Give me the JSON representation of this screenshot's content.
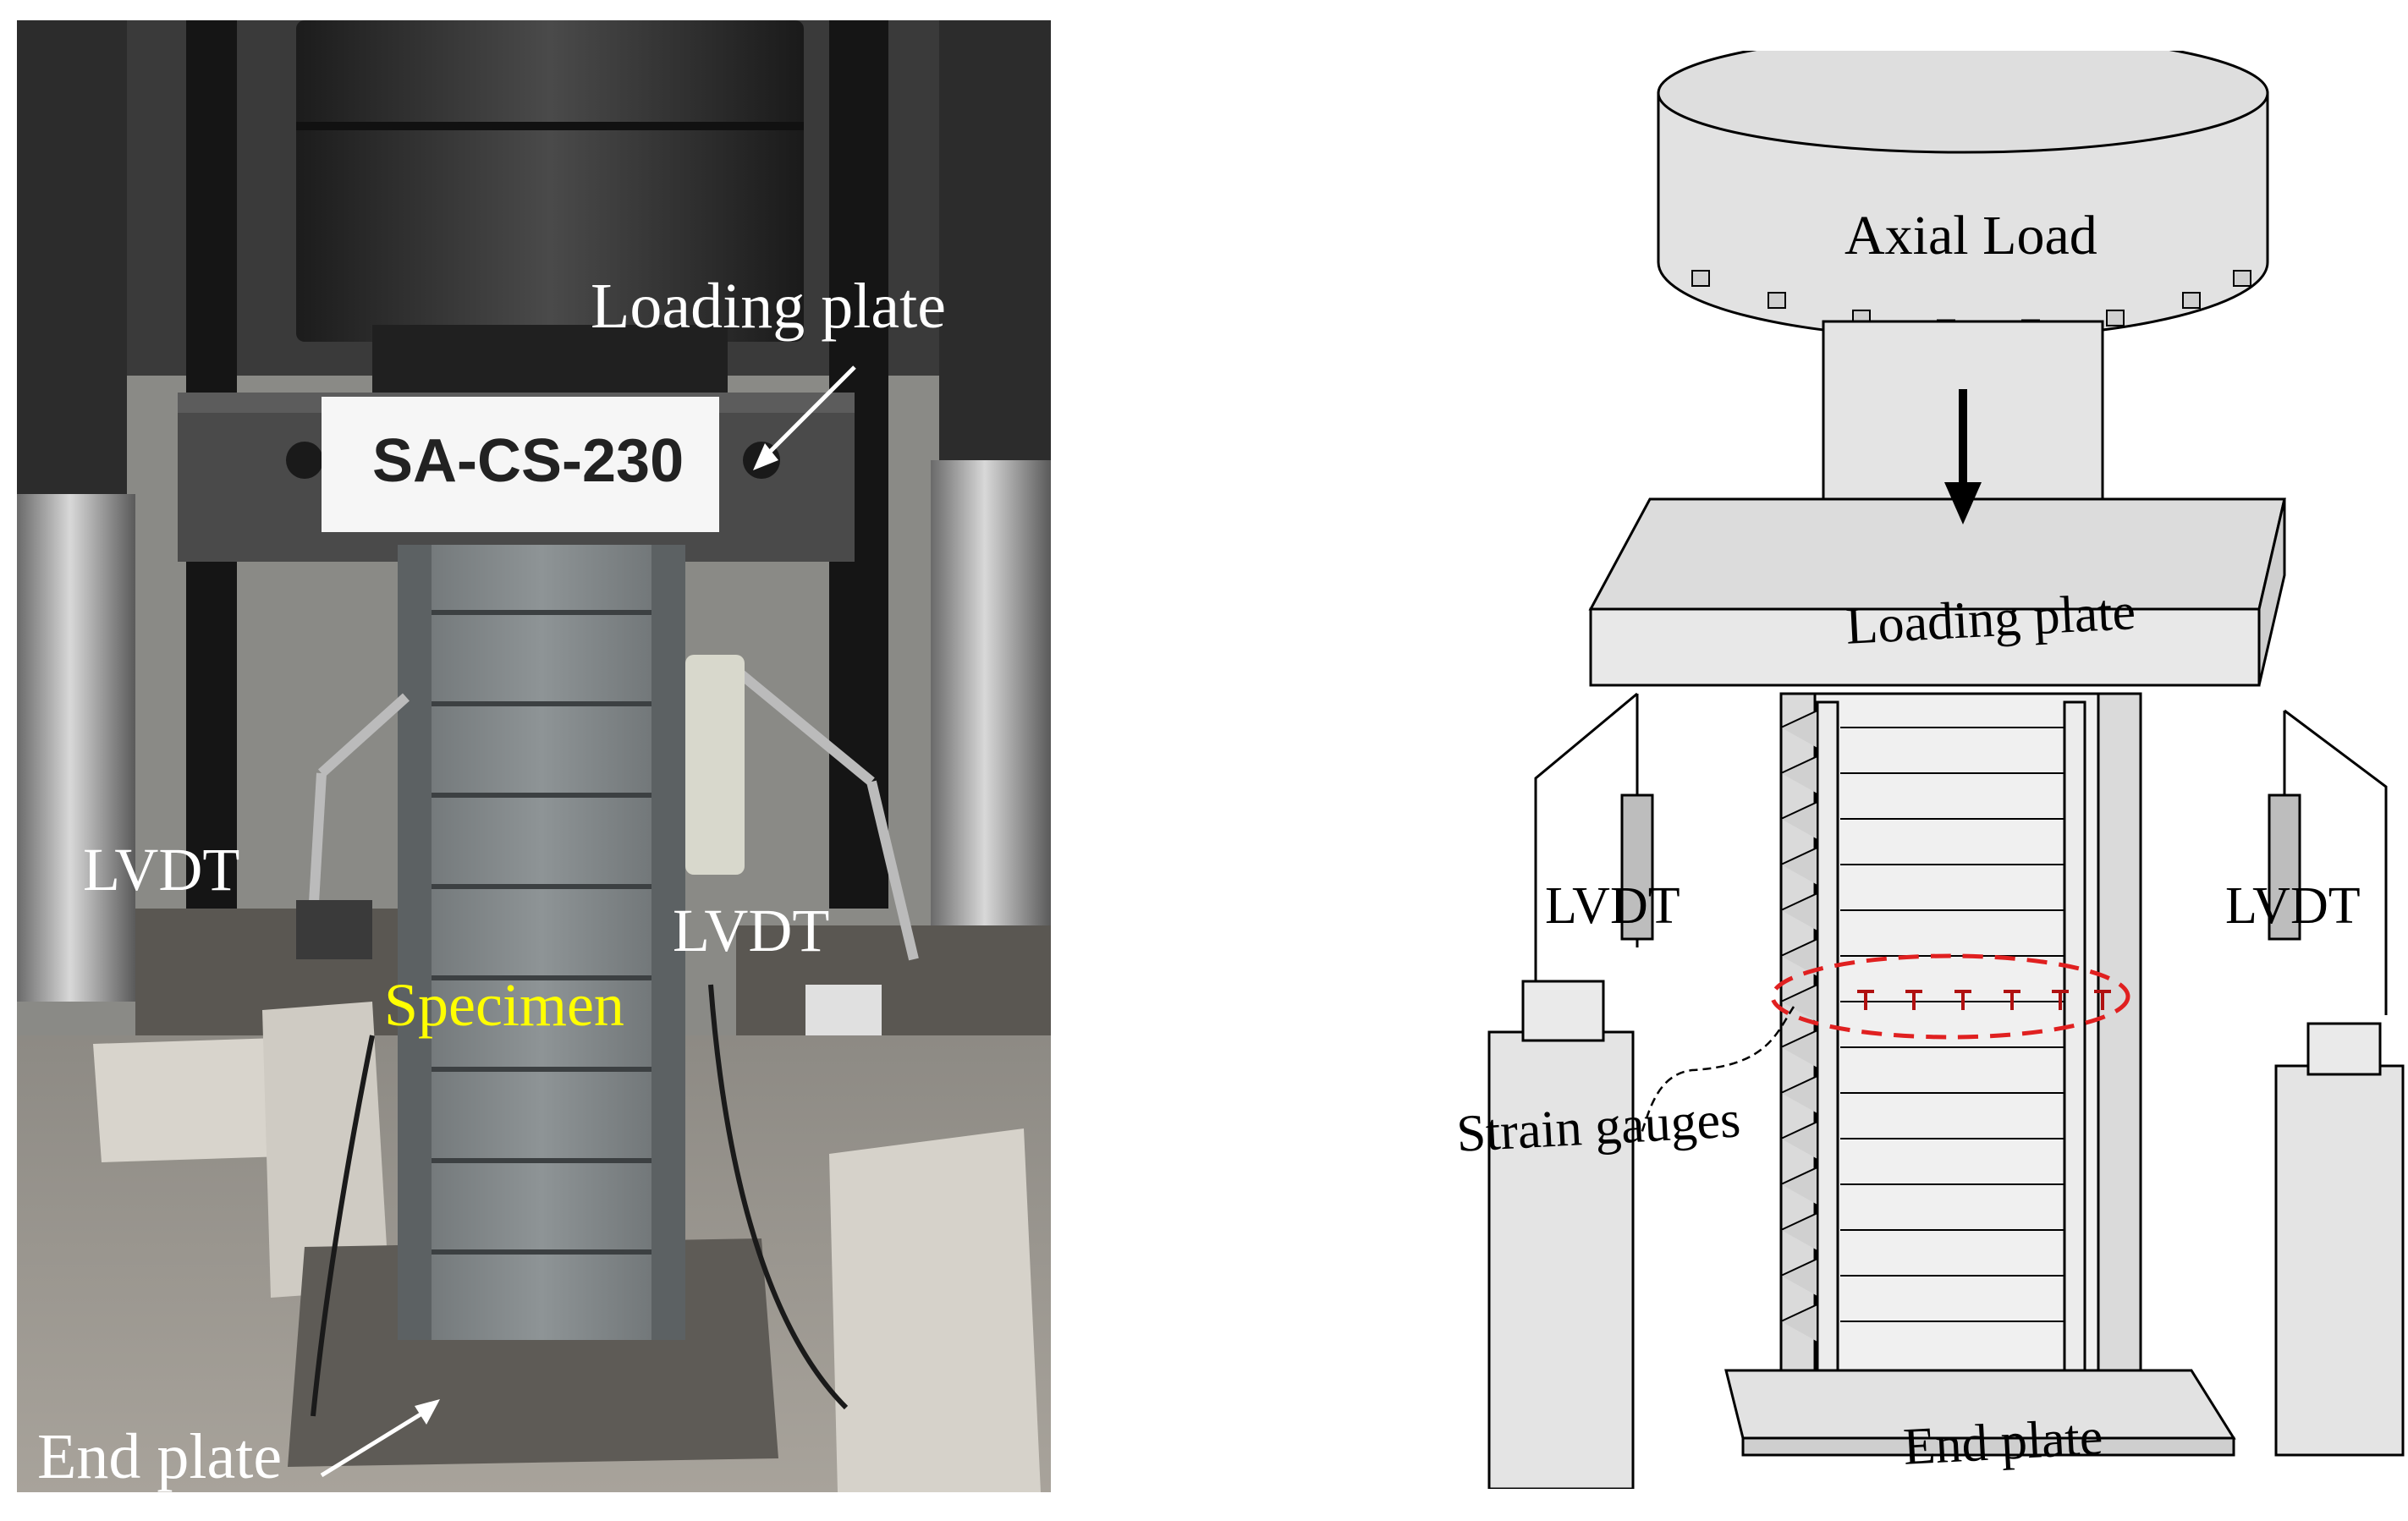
{
  "photo": {
    "specimen_id": "SA-CS-230",
    "labels": {
      "loading_plate": "Loading plate",
      "lvdt_left": "LVDT",
      "lvdt_right": "LVDT",
      "specimen": "Specimen",
      "end_plate": "End plate"
    },
    "colors": {
      "label_white": "#ffffff",
      "specimen_label": "#ffff00",
      "arrow": "#ffffff"
    }
  },
  "schematic": {
    "labels": {
      "axial_load": "Axial Load",
      "loading_plate": "Loading plate",
      "lvdt_left": "LVDT",
      "lvdt_right": "LVDT",
      "strain_gauges": "Strain gauges",
      "end_plate": "End plate"
    },
    "colors": {
      "gauge_ring": "#e02020",
      "gauge_mark": "#b01010",
      "fill": "#e6e6e6",
      "stroke": "#000000"
    }
  }
}
